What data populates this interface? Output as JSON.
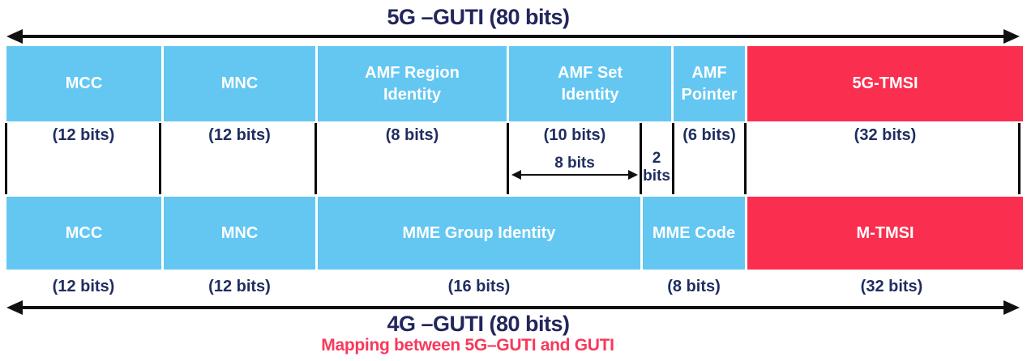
{
  "diagram": {
    "title_5g": "5G –GUTI (80 bits)",
    "title_4g": "4G –GUTI (80 bits)",
    "caption": "Mapping between 5G–GUTI and GUTI",
    "row_5g": {
      "mcc": {
        "label": "MCC",
        "bits": "(12 bits)"
      },
      "mnc": {
        "label": "MNC",
        "bits": "(12 bits)"
      },
      "amf_region": {
        "label": "AMF Region Identity",
        "bits": "(8 bits)"
      },
      "amf_set": {
        "label": "AMF Set Identity",
        "bits": "(10 bits)"
      },
      "amf_pointer": {
        "label": "AMF Pointer",
        "bits": "(6 bits)"
      },
      "tmsi_5g": {
        "label": "5G-TMSI",
        "bits": "(32 bits)"
      }
    },
    "row_4g": {
      "mcc": {
        "label": "MCC",
        "bits": "(12 bits)"
      },
      "mnc": {
        "label": "MNC",
        "bits": "(12 bits)"
      },
      "mme_group": {
        "label": "MME Group Identity",
        "bits": "(16 bits)"
      },
      "mme_code": {
        "label": "MME Code",
        "bits": "(8 bits)"
      },
      "m_tmsi": {
        "label": "M-TMSI",
        "bits": "(32 bits)"
      }
    },
    "split": {
      "eight_bits": "8 bits",
      "two": "2",
      "bits_word": "bits"
    },
    "colors": {
      "field_blue": "#63C7F2",
      "field_red": "#FA2E4E",
      "text_navy": "#1F2D61",
      "caption_red": "#F8395B",
      "arrow_black": "#111111"
    }
  }
}
